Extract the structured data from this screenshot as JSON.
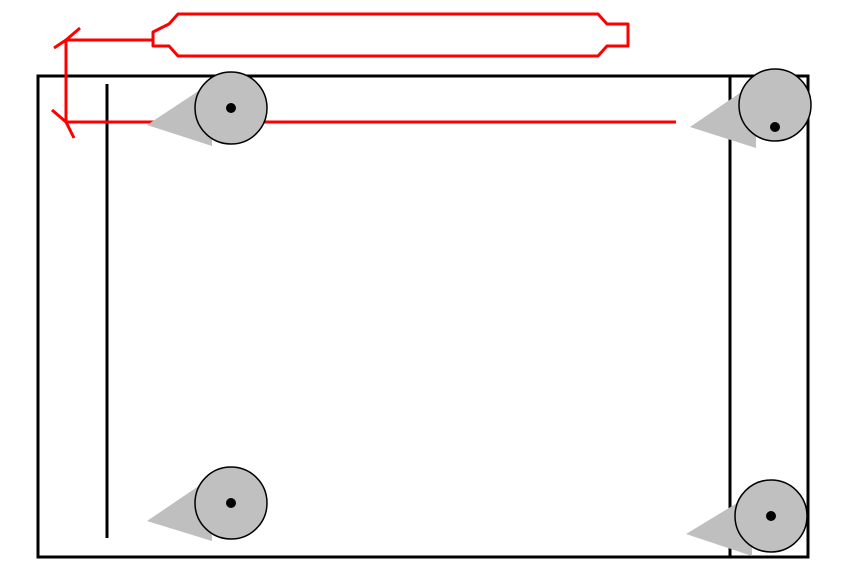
{
  "colors": {
    "background": "#ffffff",
    "outline": "#000000",
    "red_path": "#ff0000",
    "node_fill": "#c0c0c0",
    "node_stroke": "#000000",
    "pointer_fill": "#bfbfbf",
    "center_dot": "#000000"
  },
  "nodes": [
    {
      "name": "node-top-left",
      "pointer": "left"
    },
    {
      "name": "node-top-right",
      "pointer": "left"
    },
    {
      "name": "node-bottom-left",
      "pointer": "left"
    },
    {
      "name": "node-bottom-right",
      "pointer": "left"
    }
  ]
}
